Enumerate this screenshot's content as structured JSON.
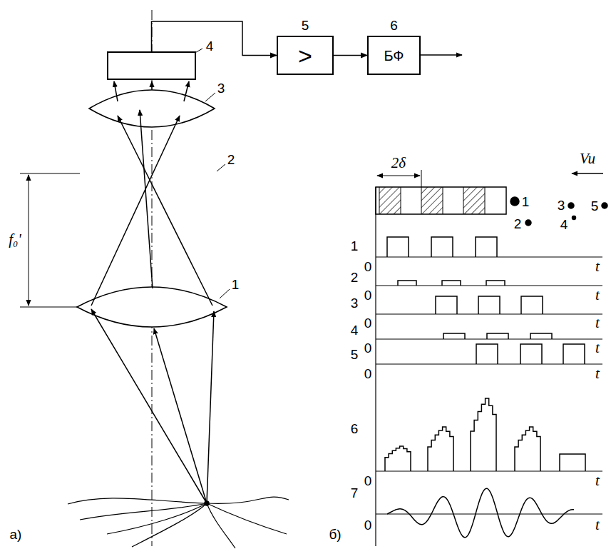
{
  "diagram": {
    "nodes": [
      {
        "text": [
          "4"
        ]
      },
      {
        "text": [
          ">",
          "5"
        ]
      },
      {
        "text": [
          "БФ",
          "6"
        ]
      }
    ],
    "edges": [
      {
        "from": 0,
        "to": 1,
        "arrow": "to"
      },
      {
        "from": 1,
        "to": 2,
        "arrow": "to"
      }
    ],
    "labels": [
      "1",
      "2",
      "3",
      "f₀'",
      "а)",
      "2δ",
      "Vu",
      "1",
      "2",
      "3",
      "4",
      "5",
      "1",
      "2",
      "3",
      "4",
      "5",
      "6",
      "7",
      "0",
      "0",
      "0",
      "0",
      "0",
      "0",
      "0",
      "t",
      "t",
      "t",
      "t",
      "t",
      "t",
      "t",
      "б)"
    ]
  }
}
